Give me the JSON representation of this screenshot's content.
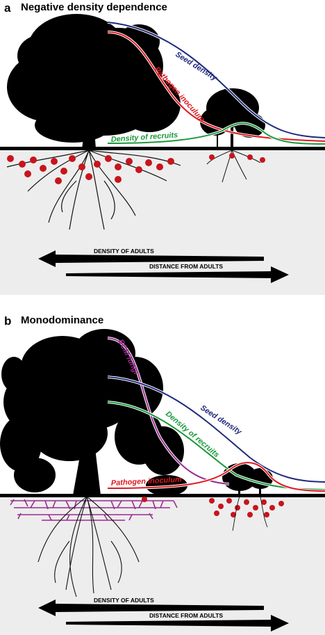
{
  "panel_a": {
    "letter": "a",
    "title": "Negative density dependence",
    "curves": {
      "seed": "Seed density",
      "pathogen": "Pathogen inoculum",
      "recruits": "Density of recruits"
    },
    "arrows": {
      "left": "DENSITY OF ADULTS",
      "right": "DISTANCE FROM ADULTS"
    }
  },
  "panel_b": {
    "letter": "b",
    "title": "Monodominance",
    "curves": {
      "ecm": "ECM fungi",
      "seed": "Seed density",
      "recruits": "Density of recruits",
      "pathogen": "Pathogen inoculum"
    },
    "arrows": {
      "left": "DENSITY OF ADULTS",
      "right": "DISTANCE FROM ADULTS"
    }
  },
  "colors": {
    "seed": "#1f2a7a",
    "pathogen": "#e0191f",
    "recruits": "#1a9a3a",
    "ecm": "#9b2a8e",
    "ground": "#ededed",
    "foliage": "#000000"
  }
}
